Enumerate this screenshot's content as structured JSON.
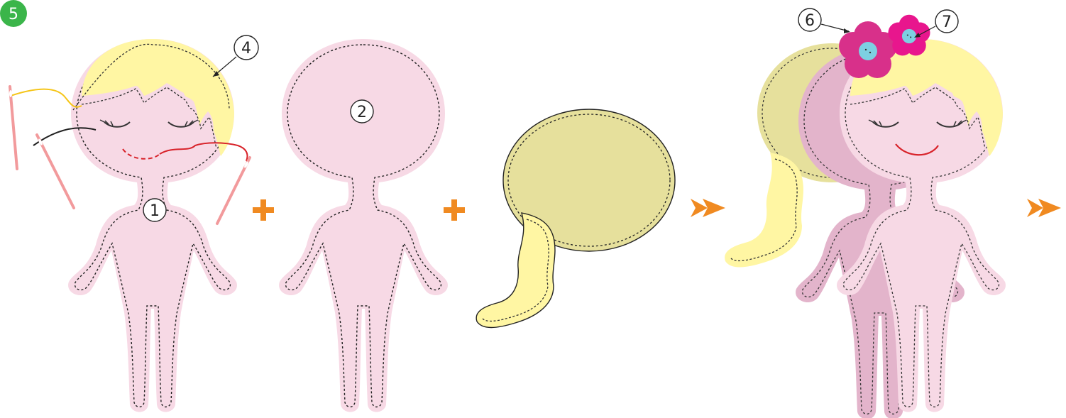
{
  "step": {
    "number": "5",
    "color": "#3bb54a"
  },
  "labels": {
    "body_front": "1",
    "body_back": "2",
    "hair_front": "4",
    "flower_large": "6",
    "flower_small": "7"
  },
  "symbols": {
    "plus": "+",
    "arrow": "➤"
  },
  "colors": {
    "skin": "#f7d9e5",
    "skin_dark": "#e3b4cb",
    "hair": "#fff6a3",
    "hair_back": "#e6e09c",
    "plus": "#f08a21",
    "flower_large": "#d8308a",
    "flower_small": "#e8168d",
    "button": "#7dd0e2",
    "thread_red": "#d8232a",
    "thread_yellow": "#f5c518",
    "needle": "#f29a9c",
    "stitch": "#222222"
  },
  "icons": [
    "needle-icon",
    "plus-icon",
    "arrow-icon",
    "flower-icon",
    "button-icon"
  ]
}
